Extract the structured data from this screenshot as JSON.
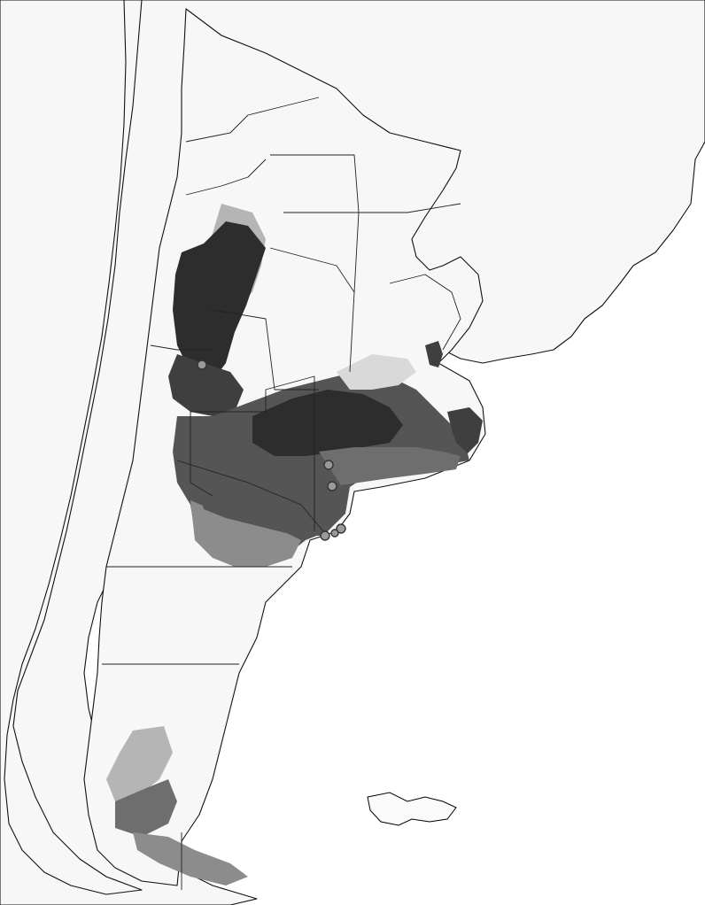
{
  "map": {
    "colors": {
      "land": "#f7f7f7",
      "ocean": "#ffffff",
      "outline": "#111111",
      "suitability_high": "#2d2d2d",
      "suitability_mid": "#6e6e6e",
      "suitability_low": "#d9d9d9",
      "occurrence_point": "#9a9a9a"
    },
    "occurrence_points": [
      {
        "id": "mendoza"
      },
      {
        "id": "buenos-aires-south-1"
      },
      {
        "id": "buenos-aires-south-2"
      },
      {
        "id": "buenos-aires-south-3"
      },
      {
        "id": "buenos-aires-south-4"
      },
      {
        "id": "buenos-aires-south-5"
      }
    ]
  }
}
